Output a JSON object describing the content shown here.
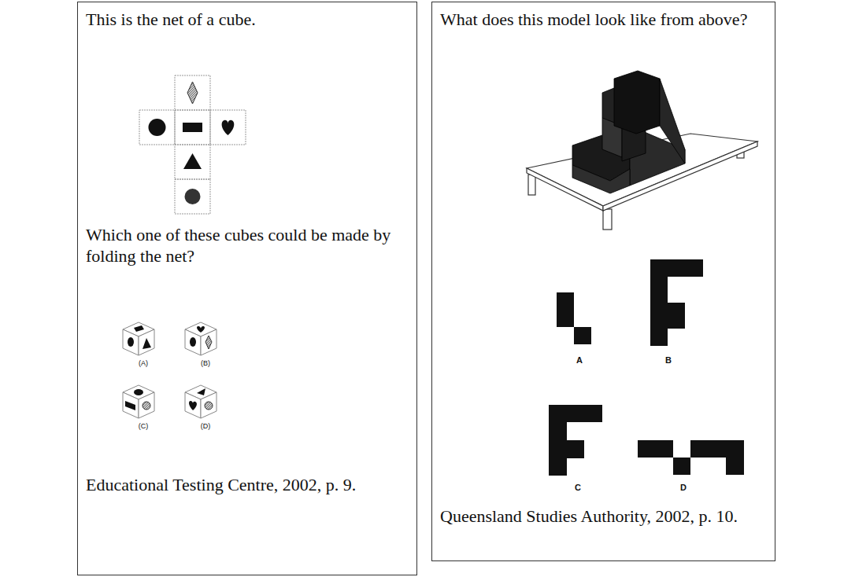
{
  "diagram": {
    "nodes": [
      {
        "text": [
          "This is the net of a cube.",
          "Which one of these cubes could be made by folding the net?",
          "Educational Testing Centre, 2002, p. 9."
        ]
      },
      {
        "text": [
          "What does this model look like from above?",
          "Queensland Studies Authority, 2002, p. 10."
        ]
      }
    ],
    "labels": [
      "(A)",
      "(B)",
      "(C)",
      "(D)",
      "A",
      "B",
      "C",
      "D"
    ]
  }
}
